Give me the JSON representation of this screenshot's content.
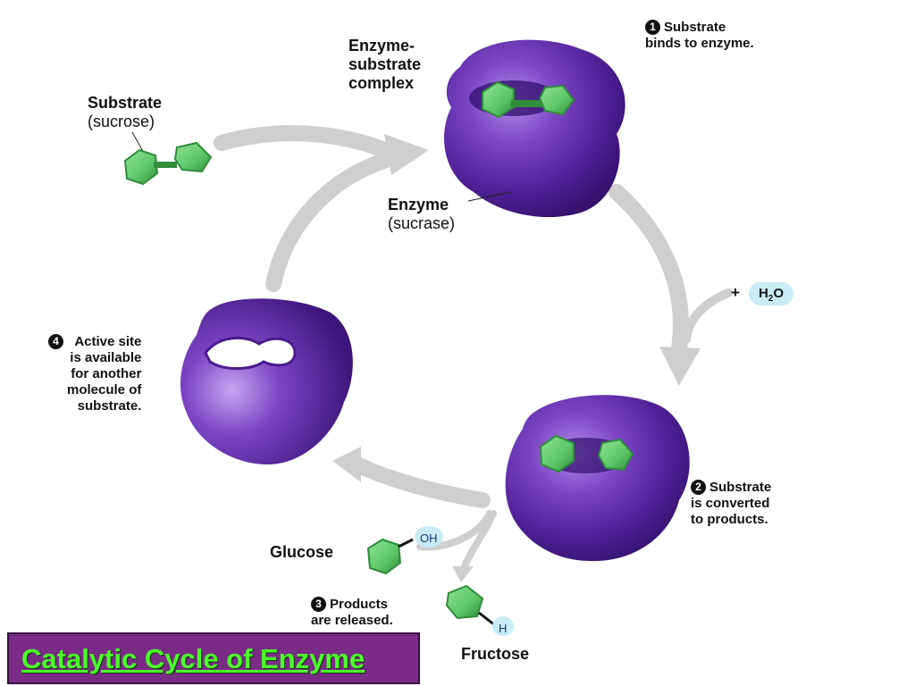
{
  "title": "Catalytic Cycle of Enzyme",
  "labels": {
    "substrate": "Substrate",
    "substrate_name": "(sucrose)",
    "complex_line1": "Enzyme-",
    "complex_line2": "substrate",
    "complex_line3": "complex",
    "enzyme": "Enzyme",
    "enzyme_name": "(sucrase)",
    "water_plus": "+",
    "water_h": "H",
    "water_sub": "2",
    "water_o": "O",
    "glucose": "Glucose",
    "fructose": "Fructose",
    "oh": "OH",
    "h": "H"
  },
  "steps": [
    {
      "number": "1",
      "line1": "Substrate",
      "line2": "binds to enzyme."
    },
    {
      "number": "2",
      "line1": "Substrate",
      "line2": "is converted",
      "line3": "to products."
    },
    {
      "number": "3",
      "line1": "Products",
      "line2": "are released."
    },
    {
      "number": "4",
      "line1": "Active site",
      "line2": "is available",
      "line3": "for another",
      "line4": "molecule of",
      "line5": "substrate."
    }
  ],
  "colors": {
    "enzyme": "#5a2aa0",
    "enzyme_light": "#9c72d6",
    "substrate": "#5fc96a",
    "substrate_dark": "#2f8c3a",
    "arrow": "#cfcfcf",
    "title_bg": "#7a2b86",
    "title_text": "#4cff2b",
    "water_pill": "#c9ecf6"
  }
}
